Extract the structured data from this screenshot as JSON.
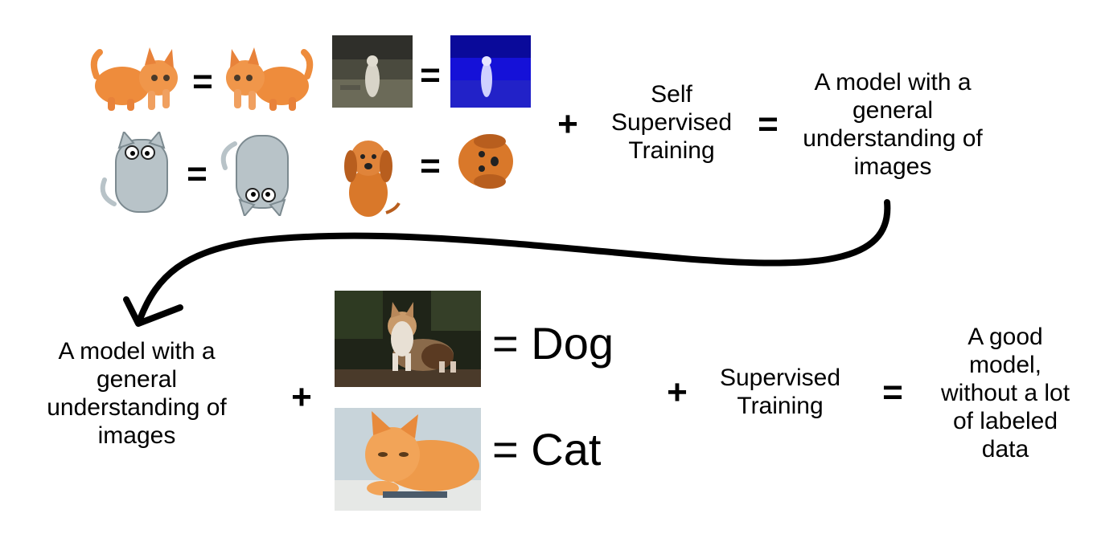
{
  "top": {
    "eq_signs": [
      "=",
      "=",
      "=",
      "="
    ],
    "plus": "+",
    "training": "Self\nSupervised\nTraining",
    "result_eq": "=",
    "result": "A model with a\ngeneral\nunderstanding of\nimages"
  },
  "bottom": {
    "model": "A model with a\ngeneral\nunderstanding of\nimages",
    "plus1": "+",
    "dog_label": "= Dog",
    "cat_label": "= Cat",
    "plus2": "+",
    "training": "Supervised\nTraining",
    "result_eq": "=",
    "result": "A good\nmodel,\nwithout a lot\nof labeled\ndata"
  },
  "colors": {
    "kitten": "#ee8c3c",
    "cartoon_cat": "#b8c3c8",
    "dog": "#d9782a",
    "blue_image": "#1511d8",
    "arrow": "#000000"
  },
  "icons": [
    "kitten-illustration",
    "cartoon-cat-illustration",
    "dog-photo",
    "corgi-photo",
    "cat-photo",
    "curved-arrow"
  ]
}
